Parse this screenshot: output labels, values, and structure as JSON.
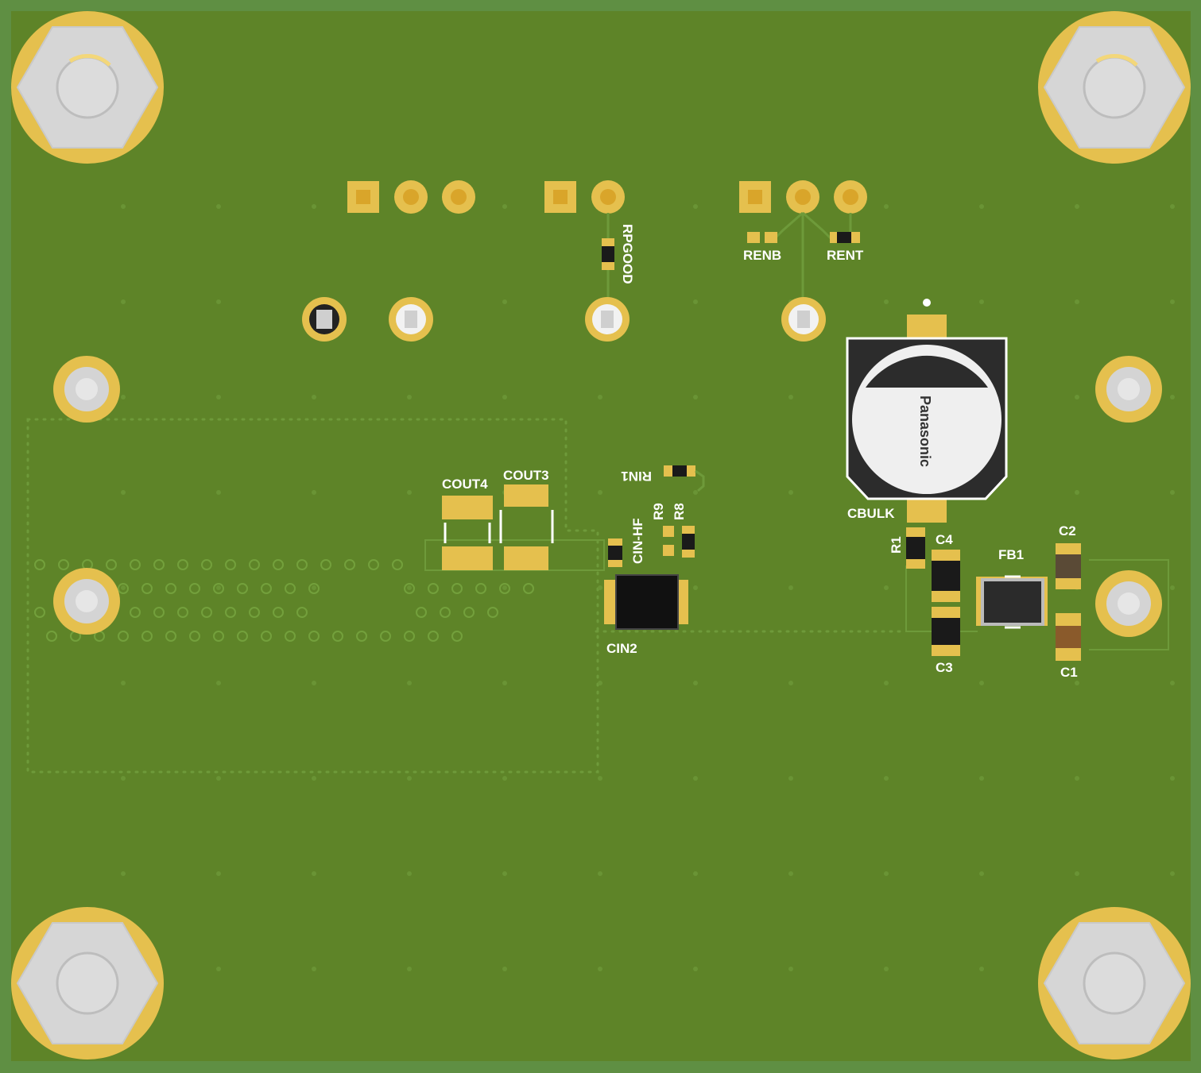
{
  "board": {
    "colors": {
      "frame": "#5f8f43",
      "solder_mask": "#5e8428",
      "copper": "#e5c04e",
      "silk": "#ffffff",
      "via": "#6a9435",
      "hex_hardware": "#d6d6d6",
      "component_body": "#1a1a1a"
    }
  },
  "designators": {
    "rpgood": "RPGOOD",
    "renb": "RENB",
    "rent": "RENT",
    "rin1": "RIN1",
    "r9": "R9",
    "r8": "R8",
    "cin_hf": "CIN-HF",
    "cout4": "COUT4",
    "cout3": "COUT3",
    "cin2": "CIN2",
    "cbulk": "CBULK",
    "r1": "R1",
    "c4": "C4",
    "c3": "C3",
    "fb1": "FB1",
    "c2": "C2",
    "c1": "C1"
  },
  "cbulk_brand": "Panasonic",
  "icons": {
    "mounting_hole": "hex-standoff-icon",
    "test_point": "test-point-icon",
    "header_pin": "header-pin-icon"
  }
}
